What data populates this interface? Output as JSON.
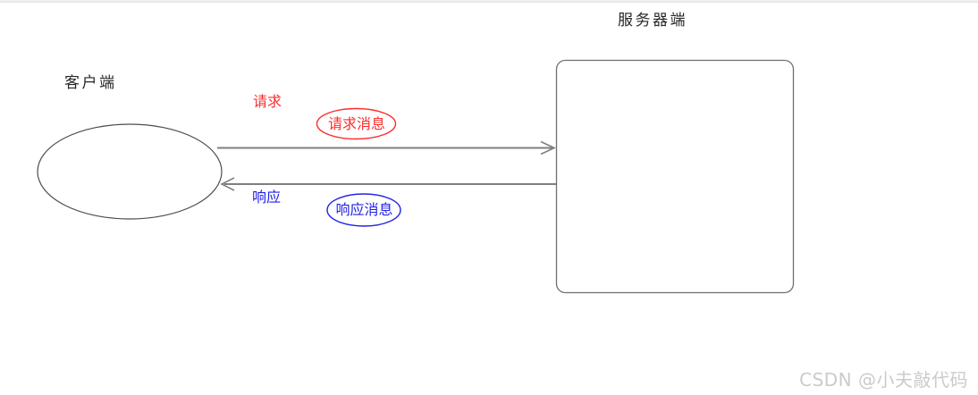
{
  "diagram": {
    "server": {
      "label": "服务器端"
    },
    "client": {
      "label": "客户端"
    },
    "request": {
      "label": "请求",
      "message": "请求消息",
      "color": "#fc2c2c"
    },
    "response": {
      "label": "响应",
      "message": "响应消息",
      "color": "#2222e6"
    },
    "shape_colors": {
      "client_ellipse_stroke": "#4d4d4d",
      "server_box_stroke": "#6e6e6e",
      "arrow_line": "#7f7f7f"
    }
  },
  "watermark": {
    "text": "CSDN @小夫敲代码",
    "color": "#cbcbcb"
  }
}
